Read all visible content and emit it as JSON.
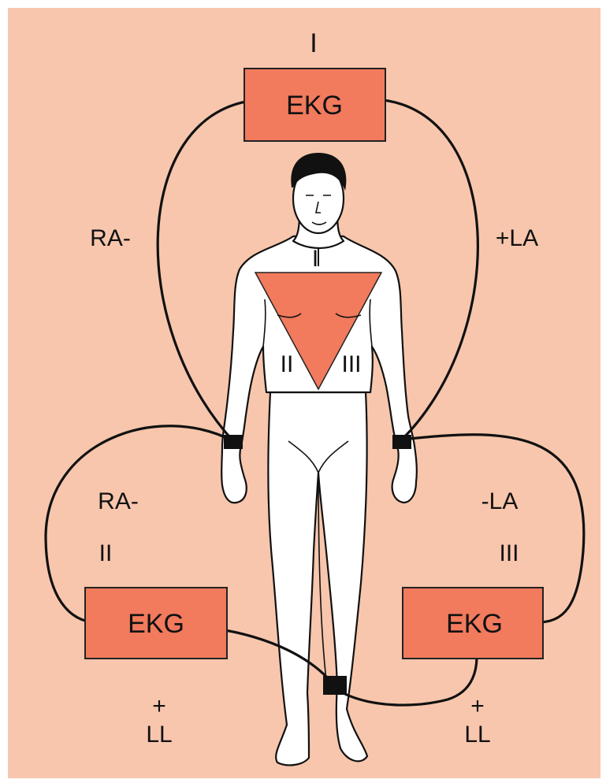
{
  "colors": {
    "background": "#f7c6ad",
    "box_fill": "#f27a5d",
    "triangle_fill": "#f27a5d",
    "wire": "#111111"
  },
  "top_lead": {
    "roman": "I",
    "box_label": "EKG",
    "left_electrode": "RA-",
    "right_electrode": "+LA"
  },
  "left_lead": {
    "box_label": "EKG",
    "electrode": "RA-",
    "roman": "II",
    "plus": "+",
    "leg": "LL"
  },
  "right_lead": {
    "box_label": "EKG",
    "electrode": "-LA",
    "roman": "III",
    "plus": "+",
    "leg": "LL"
  },
  "triangle": {
    "top": "I",
    "left": "II",
    "right": "III"
  }
}
